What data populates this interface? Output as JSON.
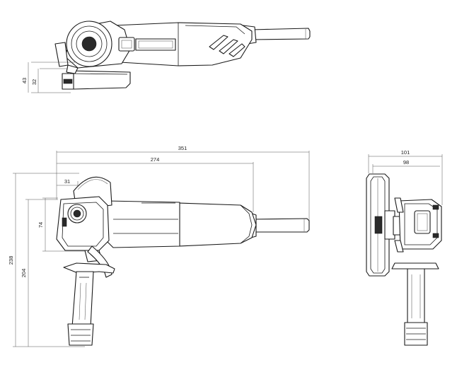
{
  "dimensions": {
    "top_view": {
      "height_total": "43",
      "height_guard": "32"
    },
    "side_view": {
      "overall_length": "351",
      "body_length": "274",
      "front_offset": "31",
      "head_height": "74",
      "total_height": "238",
      "handle_height": "204"
    },
    "front_view": {
      "overall_width": "101",
      "body_width": "98"
    }
  }
}
